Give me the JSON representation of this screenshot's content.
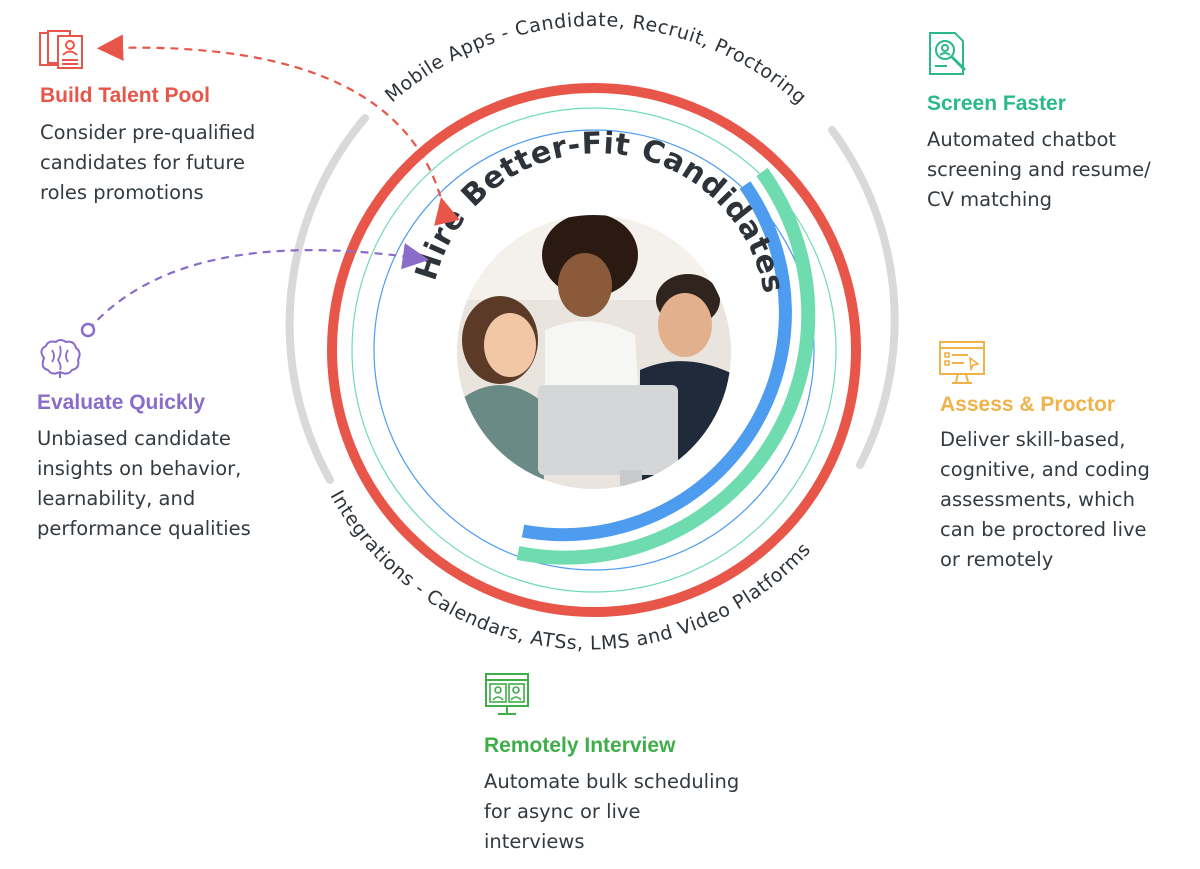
{
  "center": {
    "title": "Hire Better-Fit Candidates",
    "photo": "three people looking at a laptop"
  },
  "rings": {
    "top_label": "Mobile Apps - Candidate, Recruit, Proctoring",
    "bottom_label": "Integrations - Calendars, ATSs, LMS and Video Platforms"
  },
  "features": [
    {
      "id": "build-talent-pool",
      "title": "Build Talent Pool",
      "lines": [
        "Consider pre-qualified",
        "candidates for future",
        "roles promotions"
      ],
      "color": "#e8564a",
      "icon": "resume-documents-icon"
    },
    {
      "id": "screen-faster",
      "title": "Screen Faster",
      "lines": [
        "Automated chatbot",
        "screening and resume/",
        "CV matching"
      ],
      "color": "#2bb98b",
      "icon": "document-search-icon"
    },
    {
      "id": "evaluate-quickly",
      "title": "Evaluate Quickly",
      "lines": [
        "Unbiased candidate",
        "insights on behavior,",
        "learnability, and",
        "performance qualities"
      ],
      "color": "#8a6cc9",
      "icon": "brain-icon"
    },
    {
      "id": "assess-proctor",
      "title": "Assess & Proctor",
      "lines": [
        "Deliver skill-based,",
        "cognitive, and coding",
        "assessments, which",
        "can be proctored live",
        "or remotely"
      ],
      "color": "#f0b24a",
      "icon": "monitor-checklist-icon"
    },
    {
      "id": "remotely-interview",
      "title": "Remotely Interview",
      "lines": [
        "Automate bulk scheduling",
        "for async or live",
        "interviews"
      ],
      "color": "#3fae49",
      "icon": "video-call-icon"
    }
  ],
  "colors": {
    "red_ring": "#e8564a",
    "green_ring": "#6fdcb0",
    "blue_ring": "#4e9cf0",
    "outer_ring": "#d9d9d9",
    "center_text": "#2d3339"
  }
}
